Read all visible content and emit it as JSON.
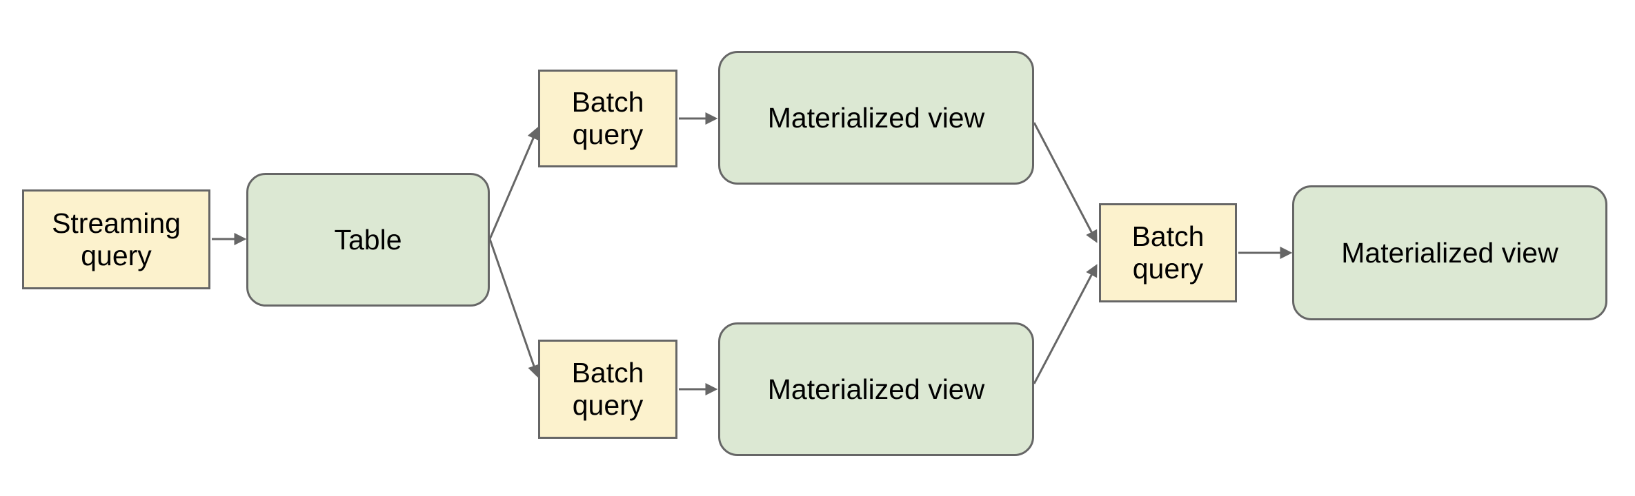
{
  "diagram": {
    "background": "#ffffff",
    "nodes": [
      {
        "id": "streaming-query",
        "label": "Streaming query",
        "shape": "rectangle",
        "fill": "#fcf2cd"
      },
      {
        "id": "table",
        "label": "Table",
        "shape": "rounded-rectangle",
        "fill": "#dce8d3"
      },
      {
        "id": "batch-query-top",
        "label": "Batch query",
        "shape": "rectangle",
        "fill": "#fcf2cd"
      },
      {
        "id": "materialized-view-top",
        "label": "Materialized view",
        "shape": "rounded-rectangle",
        "fill": "#dce8d3"
      },
      {
        "id": "batch-query-bottom",
        "label": "Batch query",
        "shape": "rectangle",
        "fill": "#fcf2cd"
      },
      {
        "id": "materialized-view-bottom",
        "label": "Materialized view",
        "shape": "rounded-rectangle",
        "fill": "#dce8d3"
      },
      {
        "id": "batch-query-right",
        "label": "Batch query",
        "shape": "rectangle",
        "fill": "#fcf2cd"
      },
      {
        "id": "materialized-view-final",
        "label": "Materialized view",
        "shape": "rounded-rectangle",
        "fill": "#dce8d3"
      }
    ],
    "edges": [
      {
        "from": "streaming-query",
        "to": "table"
      },
      {
        "from": "table",
        "to": "batch-query-top"
      },
      {
        "from": "table",
        "to": "batch-query-bottom"
      },
      {
        "from": "batch-query-top",
        "to": "materialized-view-top"
      },
      {
        "from": "batch-query-bottom",
        "to": "materialized-view-bottom"
      },
      {
        "from": "materialized-view-top",
        "to": "batch-query-right"
      },
      {
        "from": "materialized-view-bottom",
        "to": "batch-query-right"
      },
      {
        "from": "batch-query-right",
        "to": "materialized-view-final"
      }
    ],
    "colors": {
      "rect_fill": "#fcf2cd",
      "rounded_fill": "#dce8d3",
      "border": "#666666",
      "arrow": "#666666",
      "text": "#000000",
      "background": "#ffffff"
    }
  }
}
